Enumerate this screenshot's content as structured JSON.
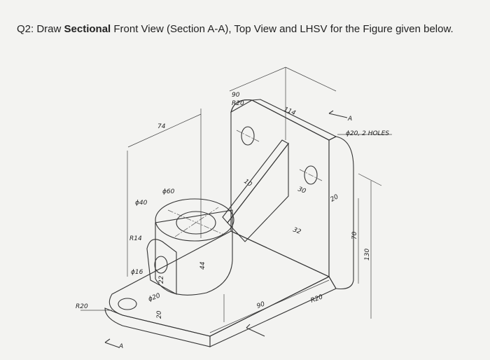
{
  "question": {
    "prefix": "Q2: Draw ",
    "emphasis": "Sectional",
    "rest": " Front View (Section A-A), Top View and LHSV for the Figure given below."
  },
  "figure": {
    "dimensions": {
      "d90": "90",
      "r20_top": "R20",
      "d114": "114",
      "holes": "ϕ20, 2 HOLES",
      "d74": "74",
      "phi60": "ϕ60",
      "phi40": "ϕ40",
      "r14": "R14",
      "phi16": "ϕ16",
      "d22": "22",
      "d44": "44",
      "phi20": "ϕ20",
      "d20_base": "20",
      "r20_left": "R20",
      "d90_base": "90",
      "r20_right": "R20",
      "d10": "10",
      "d30": "30",
      "d20_side": "20",
      "d32": "32",
      "d70": "70",
      "d130": "130",
      "section_a_top": "A",
      "section_a_bottom": "A"
    }
  }
}
